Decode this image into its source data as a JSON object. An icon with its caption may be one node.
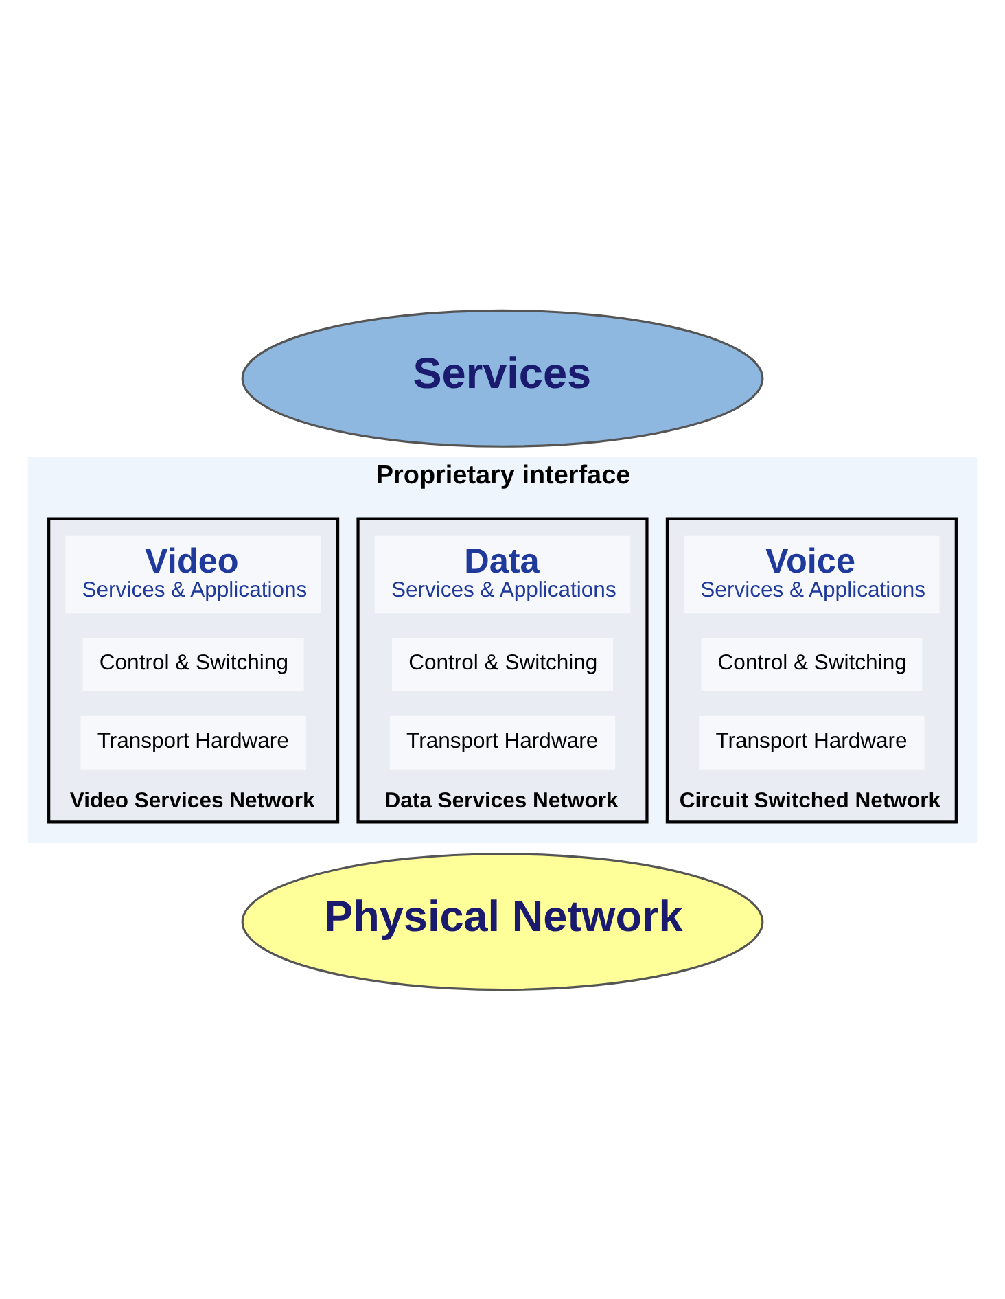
{
  "diagram": {
    "nodes": [
      {
        "text": [
          "Services"
        ]
      },
      {
        "text": [
          "Proprietary interface"
        ]
      },
      {
        "text": [
          "Circuit Switched Network"
        ],
        "in": 1
      },
      {
        "text": [
          "Voice",
          "Services & Applications"
        ],
        "in": 2
      },
      {
        "text": [
          "Control & Switching"
        ],
        "in": 2
      },
      {
        "text": [
          "Transport Hardware"
        ],
        "in": 2
      },
      {
        "text": [
          "Data Services Network"
        ],
        "in": 1
      },
      {
        "text": [
          "Data",
          "Services & Applications"
        ],
        "in": 6
      },
      {
        "text": [
          "Control & Switching"
        ],
        "in": 6
      },
      {
        "text": [
          "Transport Hardware"
        ],
        "in": 6
      },
      {
        "text": [
          "Video Services Network"
        ],
        "in": 1
      },
      {
        "text": [
          "Video",
          "Services & Applications"
        ],
        "in": 10
      },
      {
        "text": [
          "Control & Switching"
        ],
        "in": 10
      },
      {
        "text": [
          "Transport Hardware"
        ],
        "in": 10
      },
      {
        "text": [
          "Physical Network"
        ]
      }
    ],
    "edges": []
  }
}
